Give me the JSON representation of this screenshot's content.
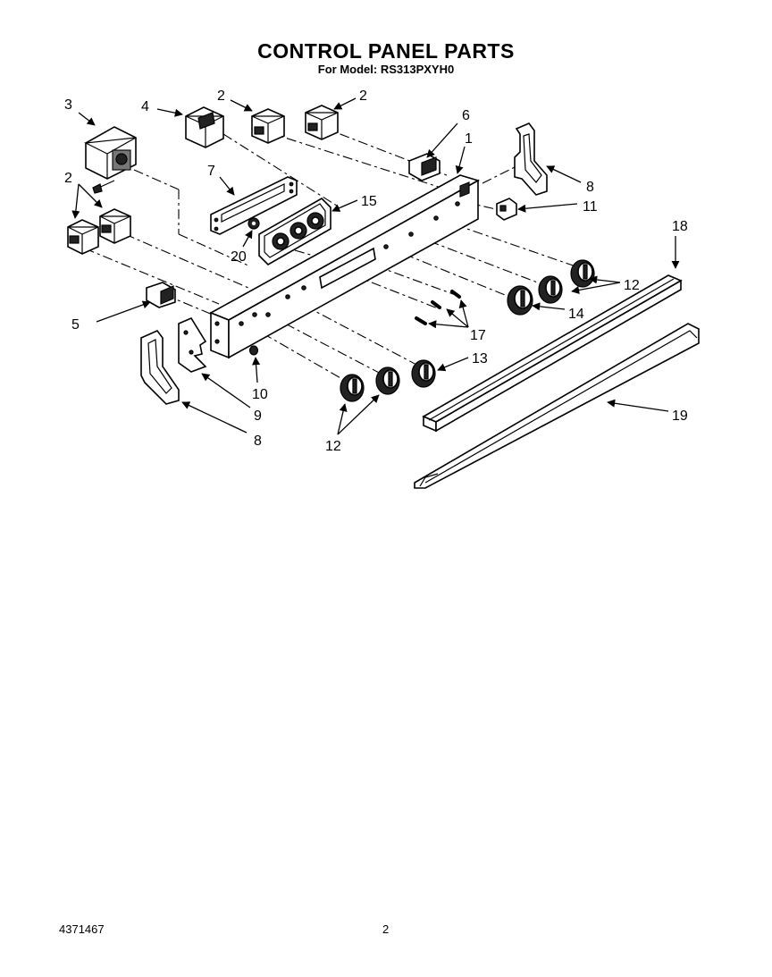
{
  "header": {
    "title": "CONTROL PANEL PARTS",
    "subtitle": "For Model: RS313PXYH0"
  },
  "footer": {
    "doc_number": "4371467",
    "page_number": "2"
  },
  "callouts": {
    "c1": "1",
    "c2_top_left": "2",
    "c2_top_right": "2",
    "c2_left": "2",
    "c3": "3",
    "c4": "4",
    "c5": "5",
    "c6": "6",
    "c7": "7",
    "c8_right": "8",
    "c8_left": "8",
    "c9": "9",
    "c10": "10",
    "c11": "11",
    "c12_right": "12",
    "c12_bottom": "12",
    "c13": "13",
    "c14": "14",
    "c15": "15",
    "c17": "17",
    "c18": "18",
    "c19": "19",
    "c20": "20"
  }
}
